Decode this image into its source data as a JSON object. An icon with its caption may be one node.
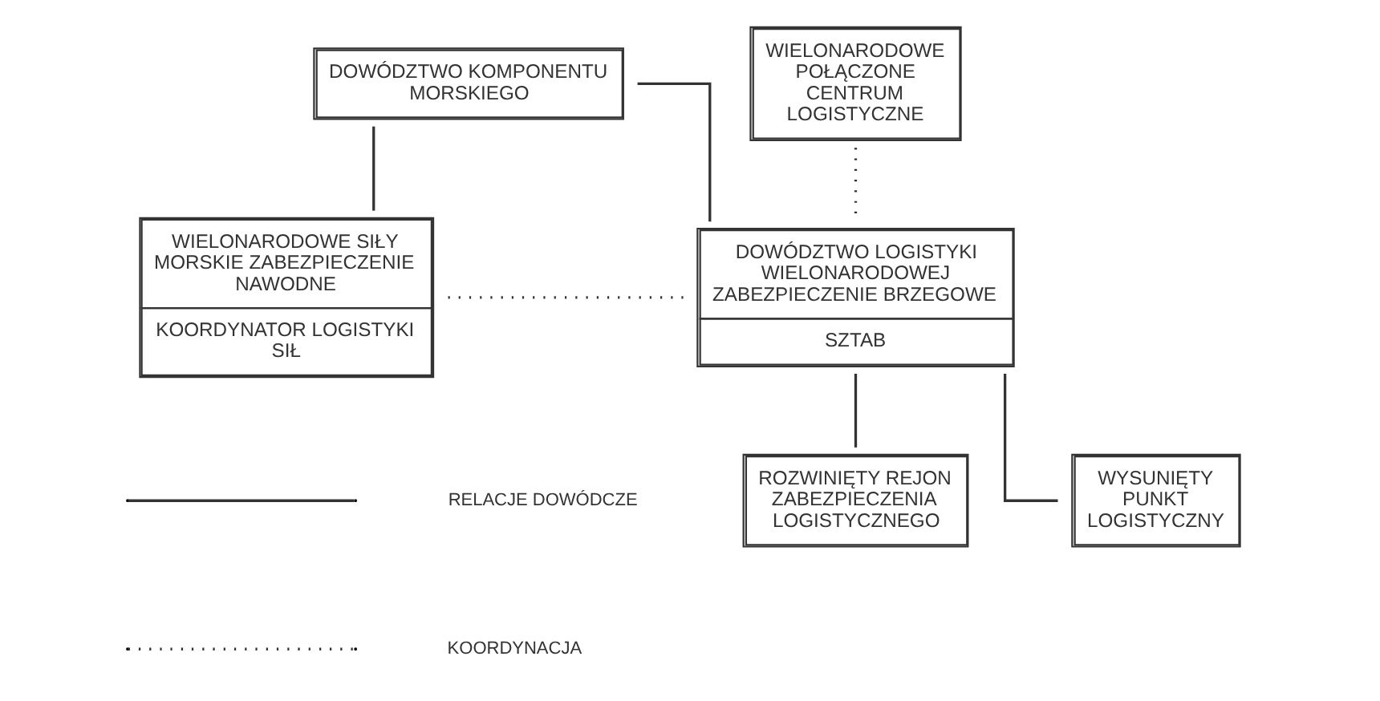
{
  "diagram": {
    "nodes": [
      {
        "text": [
          "DOWÓDZTWO KOMPONENTU MORSKIEGO"
        ]
      },
      {
        "text": [
          "WIELONARODOWE POŁĄCZONE CENTRUM LOGISTYCZNE"
        ]
      },
      {
        "text": [
          "WIELONARODOWE SIŁY MORSKIE ZABEZPIECZENIE NAWODNE",
          "KOORDYNATOR LOGISTYKI SIŁ"
        ]
      },
      {
        "text": [
          "DOWÓDZTWO LOGISTYKI WIELONARODOWEJ ZABEZPIECZENIE BRZEGOWE",
          "SZTAB"
        ]
      },
      {
        "text": [
          "ROZWINIĘTY REJON ZABEZPIECZENIA LOGISTYCZNEGO"
        ]
      },
      {
        "text": [
          "WYSUNIĘTY PUNKT LOGISTYCZNY"
        ]
      }
    ],
    "edges": [
      {
        "from": 0,
        "to": 2,
        "arrow": "none"
      },
      {
        "from": 0,
        "to": 3,
        "arrow": "none"
      },
      {
        "from": 1,
        "to": 3,
        "arrow": "none",
        "style": "dashed"
      },
      {
        "from": 2,
        "to": 3,
        "arrow": "none",
        "style": "dashed"
      },
      {
        "from": 3,
        "to": 4,
        "arrow": "none"
      },
      {
        "from": 3,
        "to": 5,
        "arrow": "none"
      }
    ],
    "legend": [
      {
        "text": "RELACJE DOWÓDCZE"
      },
      {
        "text": "KOORDYNACJA"
      }
    ]
  }
}
